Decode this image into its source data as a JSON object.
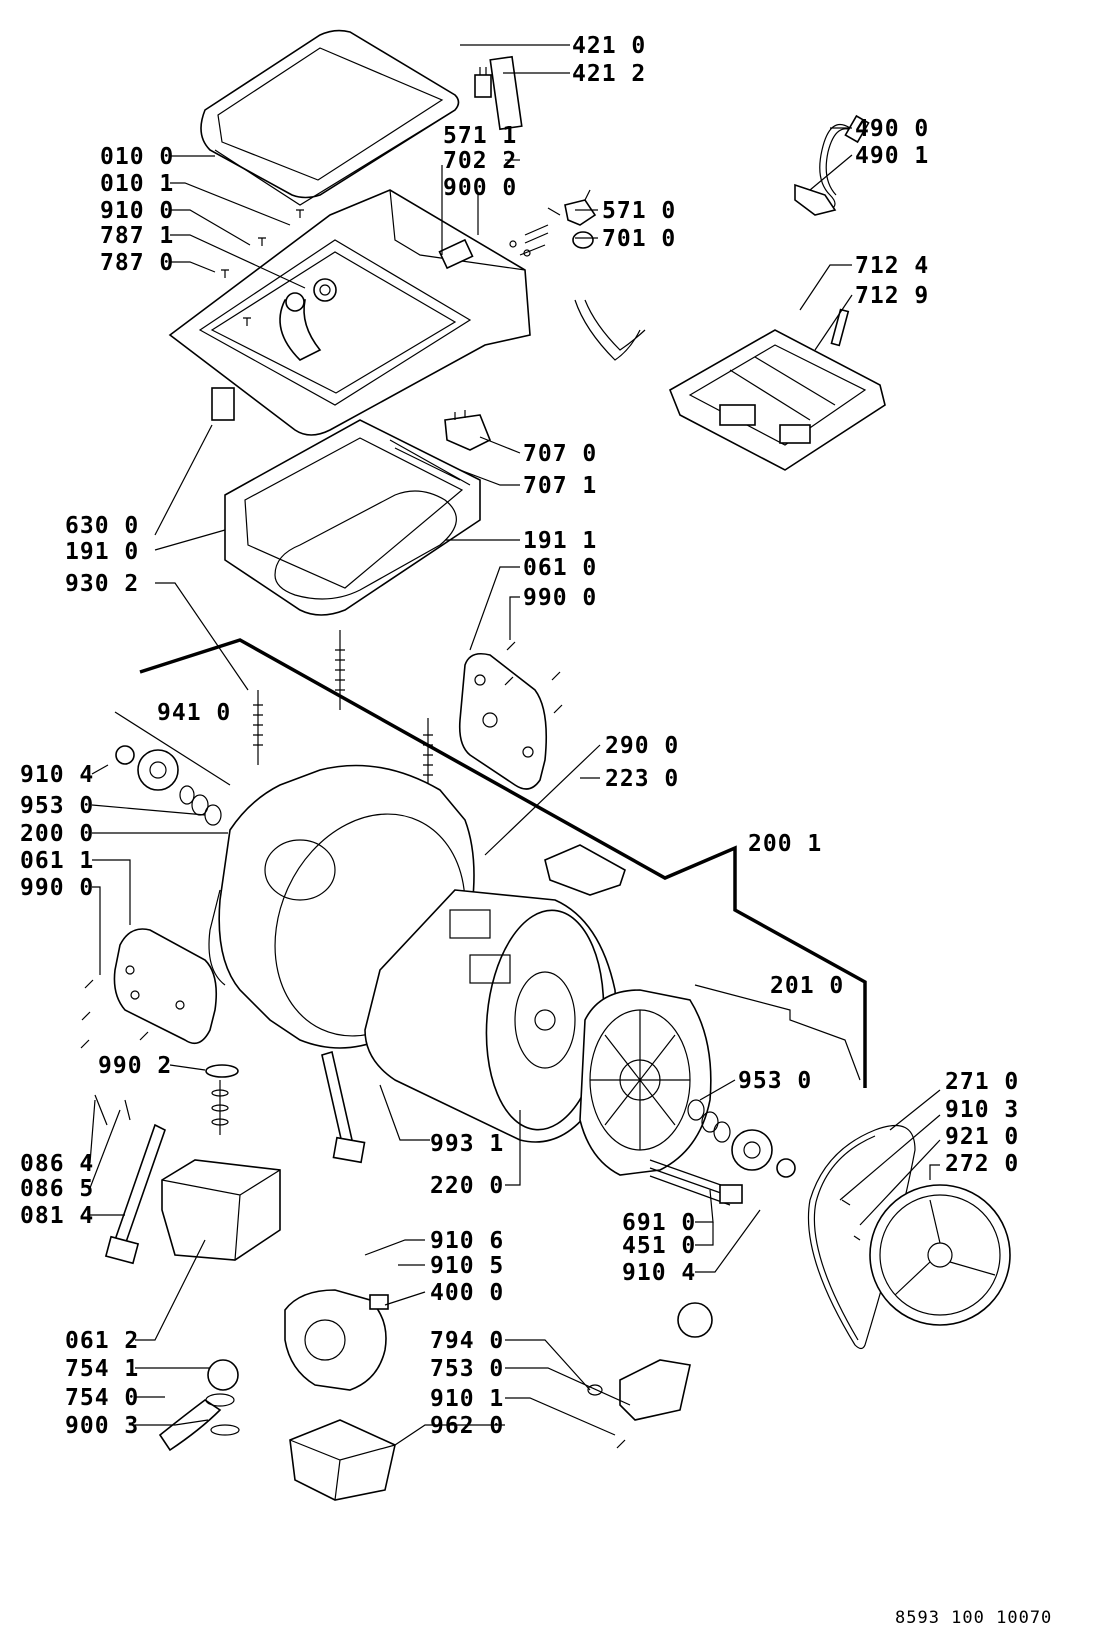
{
  "document_number": "8593 100 10070",
  "callouts": {
    "c4210": "421 0",
    "c4212": "421 2",
    "c0100": "010 0",
    "c0101": "010 1",
    "c9100": "910 0",
    "c7871": "787 1",
    "c7870": "787 0",
    "c5711": "571 1",
    "c7022": "702 2",
    "c9000": "900 0",
    "c5710": "571 0",
    "c7010": "701 0",
    "c4900": "490 0",
    "c4901": "490 1",
    "c7124": "712 4",
    "c7129": "712 9",
    "c7070": "707 0",
    "c7071": "707 1",
    "c6300": "630 0",
    "c1910": "191 0",
    "c9302": "930 2",
    "c1911": "191 1",
    "c0610": "061 0",
    "c9900": "990 0",
    "c9410": "941 0",
    "c9104a": "910 4",
    "c9530a": "953 0",
    "c2000": "200 0",
    "c0611": "061 1",
    "c9900b": "990 0",
    "c2900": "290 0",
    "c2230": "223 0",
    "c2001": "200 1",
    "c2010": "201 0",
    "c9902": "990 2",
    "c9530b": "953 0",
    "c2710": "271 0",
    "c9103": "910 3",
    "c9210": "921 0",
    "c2720": "272 0",
    "c0864": "086 4",
    "c0865": "086 5",
    "c0814": "081 4",
    "c9931": "993 1",
    "c2200": "220 0",
    "c6910": "691 0",
    "c4510": "451 0",
    "c9104b": "910 4",
    "c9106": "910 6",
    "c9105": "910 5",
    "c4000": "400 0",
    "c0612": "061 2",
    "c7541": "754 1",
    "c7540": "754 0",
    "c9003": "900 3",
    "c7940": "794 0",
    "c7530": "753 0",
    "c9101": "910 1",
    "c9620": "962 0"
  }
}
